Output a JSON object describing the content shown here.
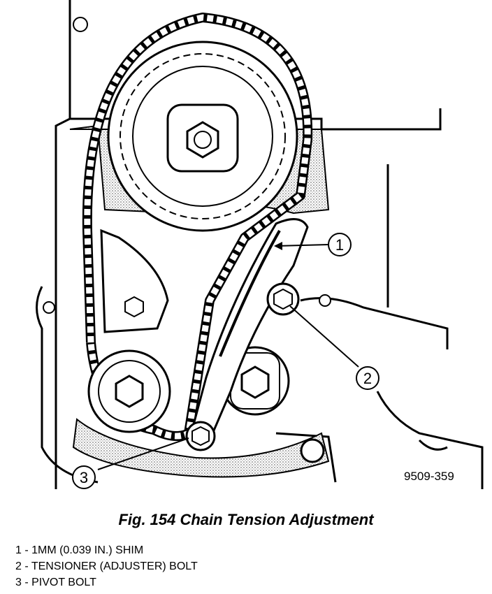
{
  "figure": {
    "drawing_id": "9509-359",
    "caption": "Fig. 154 Chain Tension Adjustment"
  },
  "callouts": [
    {
      "number": "1"
    },
    {
      "number": "2"
    },
    {
      "number": "3"
    }
  ],
  "legend": [
    {
      "text": "1 - 1MM (0.039 IN.) SHIM"
    },
    {
      "text": "2 - TENSIONER (ADJUSTER) BOLT"
    },
    {
      "text": "3 - PIVOT BOLT"
    }
  ]
}
